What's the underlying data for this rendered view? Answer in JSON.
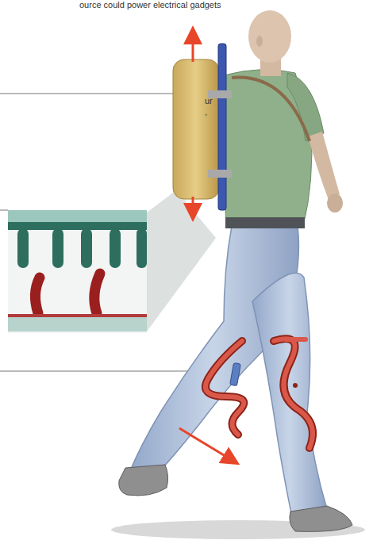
{
  "diagram": {
    "labels": [
      "ource could power electrical gadgets",
      "ur",
      ","
    ]
  }
}
